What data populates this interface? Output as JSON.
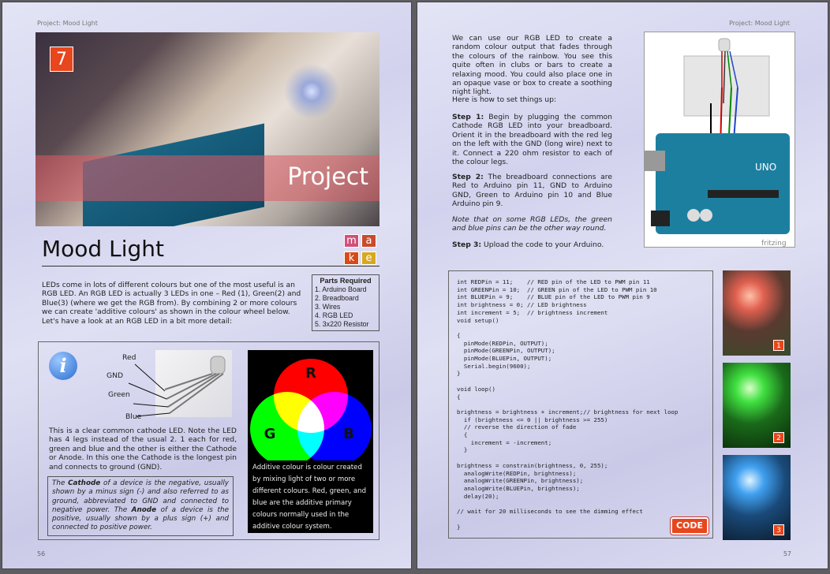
{
  "left_page": {
    "header": "Project: Mood Light",
    "project_number": "7",
    "hero_label": "Project",
    "title": "Mood Light",
    "make_letters": [
      "m",
      "a",
      "k",
      "e"
    ],
    "intro": "LEDs come in lots of different colours but one of the most useful is an RGB LED.   An RGB LED is actually 3 LEDs in one – Red (1), Green(2) and Blue(3) (where we get the RGB from).  By combining 2 or more colours we can create 'additive colours' as shown in the colour wheel below. Let's have a look at an RGB LED in a bit more detail:",
    "parts": {
      "title": "Parts Required",
      "items": [
        "1. Arduino Board",
        "2. Breadboard",
        "3. Wires",
        "4. RGB LED",
        "5. 3x220 Resistor"
      ]
    },
    "led_labels": {
      "red": "Red",
      "gnd": "GND",
      "green": "Green",
      "blue": "Blue"
    },
    "led_desc": "This is a clear common cathode LED.  Note the LED has 4 legs instead of the usual 2.  1 each for red, green and blue and the other is either the Cathode or Anode.  In this one the Cathode is the longest pin and connects to ground (GND).",
    "note": {
      "p1": "The ",
      "cathode": "Cathode",
      "p2": " of a device is the negative, usually shown by a minus sign (-) and also referred to as ground, abbreviated to GND and connected to negative power.  The ",
      "anode": "Anode",
      "p3": " of a device is the positive, usually shown by a plus sign (+) and connected to positive power."
    },
    "wheel": {
      "r": "R",
      "g": "G",
      "b": "B"
    },
    "additive_text": "Additive colour is colour created by mixing light of two or more different colours. Red, green, and blue are the additive primary colours normally used in the additive colour system.",
    "page_number": "56"
  },
  "right_page": {
    "header": "Project: Mood Light",
    "intro": "We can use our RGB LED to create a random colour output that fades through the colours of the rainbow.  You see this quite often in clubs or bars to create a relaxing mood.  You could also place one in an opaque vase or box to create a soothing night light.",
    "howto": "Here is how to set things up:",
    "step1_label": "Step 1:",
    "step1": "  Begin by plugging the common Cathode RGB LED into your breadboard. Orient it in the breadboard with the red leg on the left with the GND (long wire) next to it. Connect a 220 ohm resistor to each of the colour legs.",
    "step2_label": "Step 2:",
    "step2": " The breadboard connections are Red to Arduino pin 11, GND to Arduino GND, Green to Arduino pin 10 and Blue Arduino pin 9.",
    "note": "Note that on some RGB LEDs, the green and blue pins can be the other way round.",
    "step3_label": "Step 3:",
    "step3": " Upload the code to your Arduino.",
    "fritzing_label": "fritzing",
    "uno_label": "UNO",
    "code": "int REDPin = 11;    // RED pin of the LED to PWM pin 11\nint GREENPin = 10;  // GREEN pin of the LED to PWM pin 10\nint BLUEPin = 9;    // BLUE pin of the LED to PWM pin 9\nint brightness = 0; // LED brightness\nint increment = 5;  // brightness increment\nvoid setup()\n\n{\n  pinMode(REDPin, OUTPUT);\n  pinMode(GREENPin, OUTPUT);\n  pinMode(BLUEPin, OUTPUT);\n  Serial.begin(9600);\n}\n\nvoid loop()\n{\n\nbrightness = brightness + increment;// brightness for next loop\n  if (brightness <= 0 || brightness >= 255)\n  // reverse the direction of fade\n  {\n    increment = -increment;\n  }\n\nbrightness = constrain(brightness, 0, 255);\n  analogWrite(REDPin, brightness);\n  analogWrite(GREENPin, brightness);\n  analogWrite(BLUEPin, brightness);\n  delay(20);\n\n// wait for 20 milliseconds to see the dimming effect\n\n}",
    "code_badge": "CODE",
    "photo_numbers": [
      "1",
      "2",
      "3"
    ],
    "page_number": "57"
  }
}
